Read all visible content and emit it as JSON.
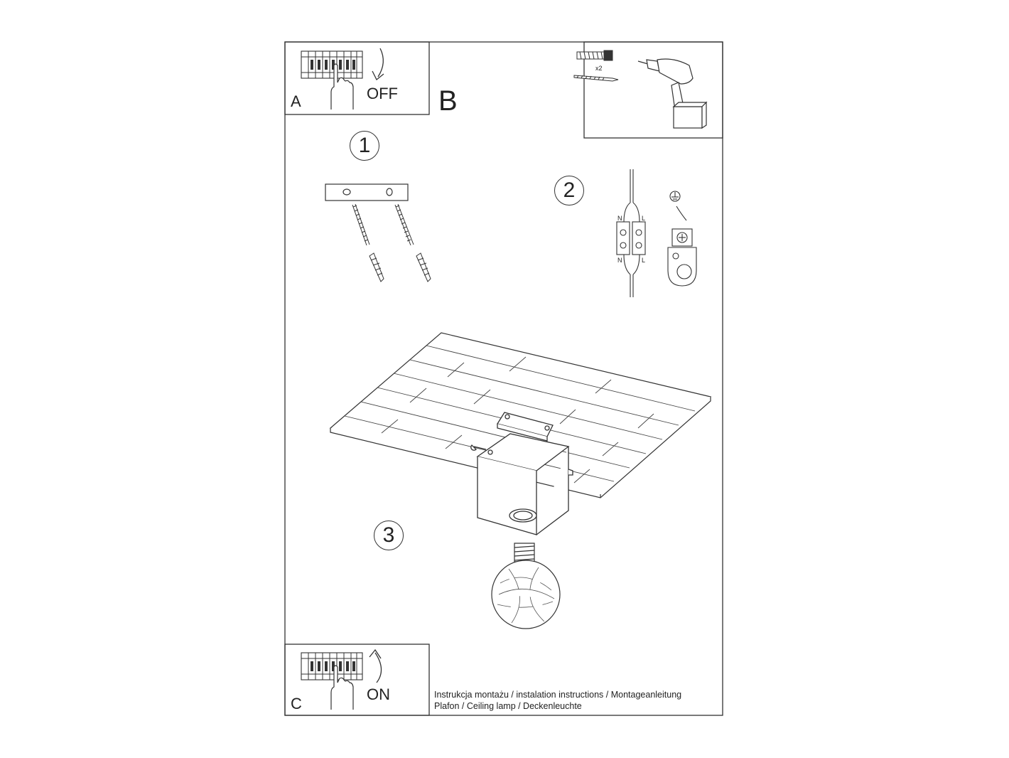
{
  "panels": {
    "a_label": "A",
    "a_state": "OFF",
    "b_label": "B",
    "c_label": "C",
    "c_state": "ON"
  },
  "steps": [
    "1",
    "2",
    "3"
  ],
  "hardware": {
    "quantity": "x2"
  },
  "wiring": {
    "neutral": "N",
    "live": "L"
  },
  "caption": {
    "line1": "Instrukcja montażu / instalation instructions / Montageanleitung",
    "line2": "Plafon / Ceiling lamp / Deckenleuchte"
  },
  "icons": [
    "breaker-panel-icon",
    "hand-icon",
    "switch-arrow-icon",
    "wall-plug-screw-icon",
    "drill-icon",
    "earth-ground-icon",
    "terminal-block-icon",
    "ceiling-icon",
    "lamp-base-icon",
    "bulb-icon"
  ]
}
